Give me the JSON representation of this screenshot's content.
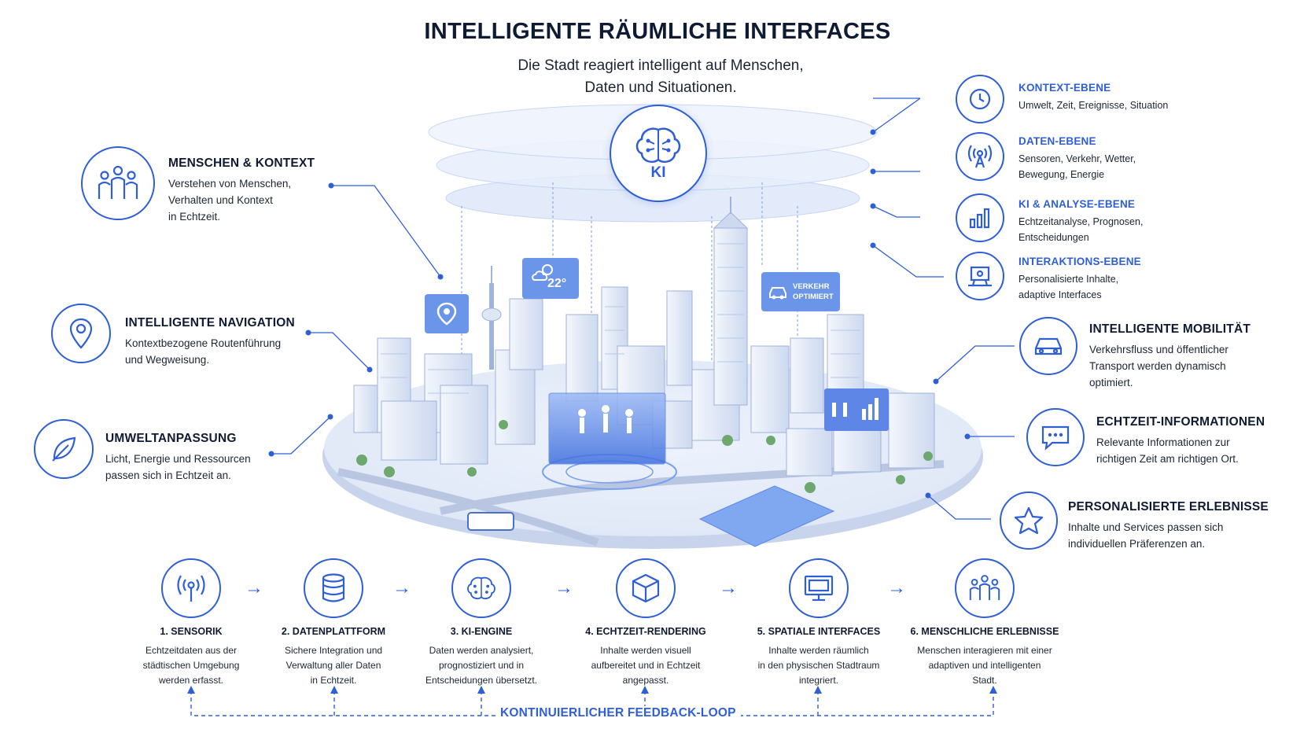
{
  "header": {
    "title": "INTELLIGENTE RÄUMLICHE INTERFACES",
    "subtitle_line1": "Die Stadt reagiert intelligent auf Menschen,",
    "subtitle_line2": "Daten und Situationen."
  },
  "center": {
    "ai_label": "KI",
    "weather_value": "22°",
    "traffic_line1": "VERKEHR",
    "traffic_line2": "OPTIMIERT"
  },
  "left_callouts": [
    {
      "title": "MENSCHEN & KONTEXT",
      "lines": [
        "Verstehen von Menschen,",
        "Verhalten und Kontext",
        "in Echtzeit."
      ],
      "icon": "people-icon"
    },
    {
      "title": "INTELLIGENTE NAVIGATION",
      "lines": [
        "Kontextbezogene Routenführung",
        "und Wegweisung."
      ],
      "icon": "location-pin-icon"
    },
    {
      "title": "UMWELTANPASSUNG",
      "lines": [
        "Licht, Energie und Ressourcen",
        "passen sich in Echtzeit an."
      ],
      "icon": "leaf-icon"
    }
  ],
  "layers": [
    {
      "title": "KONTEXT-EBENE",
      "lines": [
        "Umwelt, Zeit, Ereignisse, Situation"
      ],
      "icon": "clock-icon"
    },
    {
      "title": "DATEN-EBENE",
      "lines": [
        "Sensoren, Verkehr, Wetter,",
        "Bewegung, Energie"
      ],
      "icon": "antenna-icon"
    },
    {
      "title": "KI & ANALYSE-EBENE",
      "lines": [
        "Echtzeitanalyse, Prognosen,",
        "Entscheidungen"
      ],
      "icon": "bar-chart-icon"
    },
    {
      "title": "INTERAKTIONS-EBENE",
      "lines": [
        "Personalisierte Inhalte,",
        "adaptive Interfaces"
      ],
      "icon": "interface-screen-icon"
    }
  ],
  "right_callouts": [
    {
      "title": "INTELLIGENTE MOBILITÄT",
      "lines": [
        "Verkehrsfluss und öffentlicher",
        "Transport werden dynamisch",
        "optimiert."
      ],
      "icon": "car-icon"
    },
    {
      "title": "ECHTZEIT-INFORMATIONEN",
      "lines": [
        "Relevante Informationen zur",
        "richtigen Zeit am richtigen Ort."
      ],
      "icon": "chat-bubble-icon"
    },
    {
      "title": "PERSONALISIERTE ERLEBNISSE",
      "lines": [
        "Inhalte und Services passen sich",
        "individuellen Präferenzen an."
      ],
      "icon": "star-icon"
    }
  ],
  "process": [
    {
      "title": "1. SENSORIK",
      "lines": [
        "Echtzeitdaten aus der",
        "städtischen Umgebung",
        "werden erfasst."
      ],
      "icon": "sensor-icon"
    },
    {
      "title": "2. DATENPLATTFORM",
      "lines": [
        "Sichere Integration und",
        "Verwaltung aller Daten",
        "in Echtzeit."
      ],
      "icon": "database-icon"
    },
    {
      "title": "3. KI-ENGINE",
      "lines": [
        "Daten werden analysiert,",
        "prognostiziert und in",
        "Entscheidungen übersetzt."
      ],
      "icon": "brain-icon"
    },
    {
      "title": "4. ECHTZEIT-RENDERING",
      "lines": [
        "Inhalte werden visuell",
        "aufbereitet und in Echtzeit",
        "angepasst."
      ],
      "icon": "cube-icon"
    },
    {
      "title": "5. SPATIALE INTERFACES",
      "lines": [
        "Inhalte werden räumlich",
        "in den physischen Stadtraum",
        "integriert."
      ],
      "icon": "monitor-icon"
    },
    {
      "title": "6. MENSCHLICHE ERLEBNISSE",
      "lines": [
        "Menschen interagieren mit einer",
        "adaptiven und intelligenten",
        "Stadt."
      ],
      "icon": "group-icon"
    }
  ],
  "feedback_loop": "KONTINUIERLICHER FEEDBACK-LOOP",
  "colors": {
    "accent": "#2f5fd6",
    "text": "#0f1a33",
    "light_blue": "#dce7fb"
  }
}
